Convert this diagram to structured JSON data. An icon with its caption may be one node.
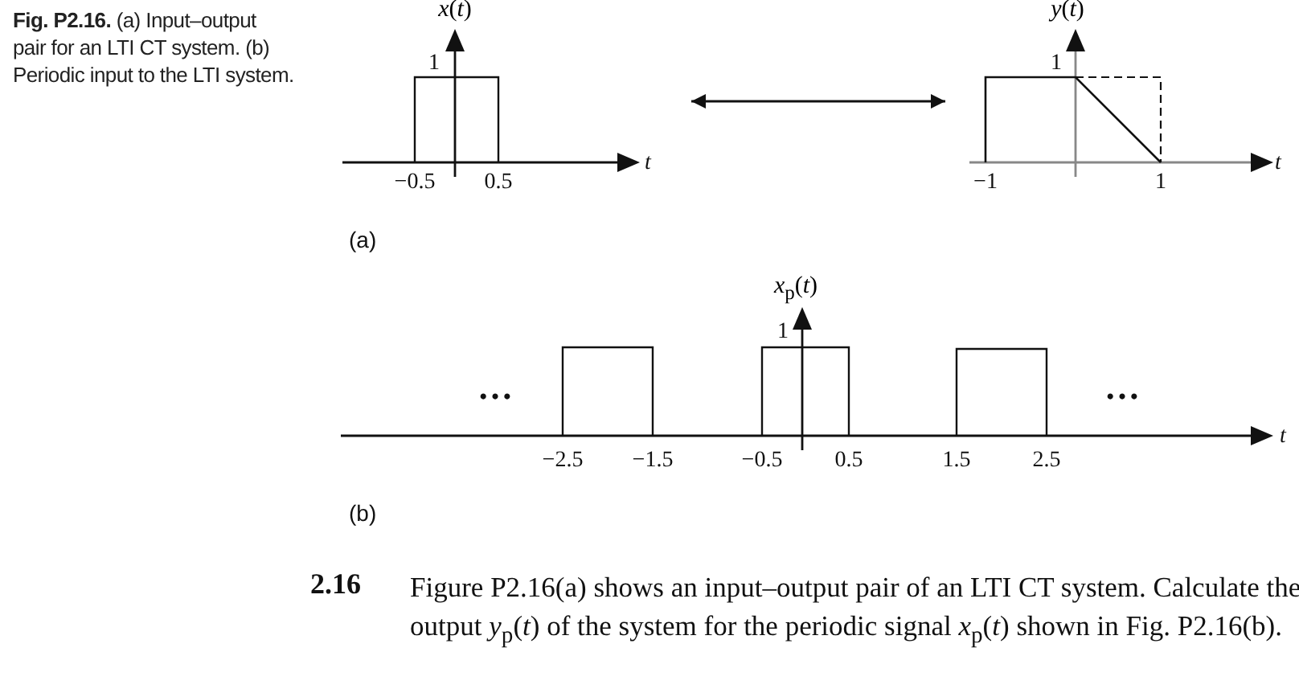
{
  "diagram": {
    "caption": "**Fig. P2.16.** (a) Input–output pair for an LTI CT system. (b) Periodic input to the LTI system.",
    "nodes": [
      {
        "text": [
          "*x*(*t*)"
        ]
      },
      {
        "text": [
          "*y*(*t*)"
        ]
      },
      {
        "text": [
          "*x*$_{p}$(*t*)"
        ]
      }
    ],
    "edges": [
      {
        "from": 0,
        "to": 1,
        "arrow": "both"
      }
    ],
    "labels": [
      "1",
      "*t*",
      "−0.5",
      "0.5",
      "1",
      "*t*",
      "−1",
      "1",
      "(a)",
      "1",
      "…",
      "…",
      "*t*",
      "−2.5",
      "−1.5",
      "−0.5",
      "0.5",
      "1.5",
      "2.5",
      "(b)",
      "2.16",
      "Figure P2.16(a) shows an input–output pair of an LTI CT system. Calculate the output *y*$_{p}$(*t*) of the system for the periodic signal *x*$_{p}$(*t*) shown in Fig. P2.16(b)."
    ]
  }
}
